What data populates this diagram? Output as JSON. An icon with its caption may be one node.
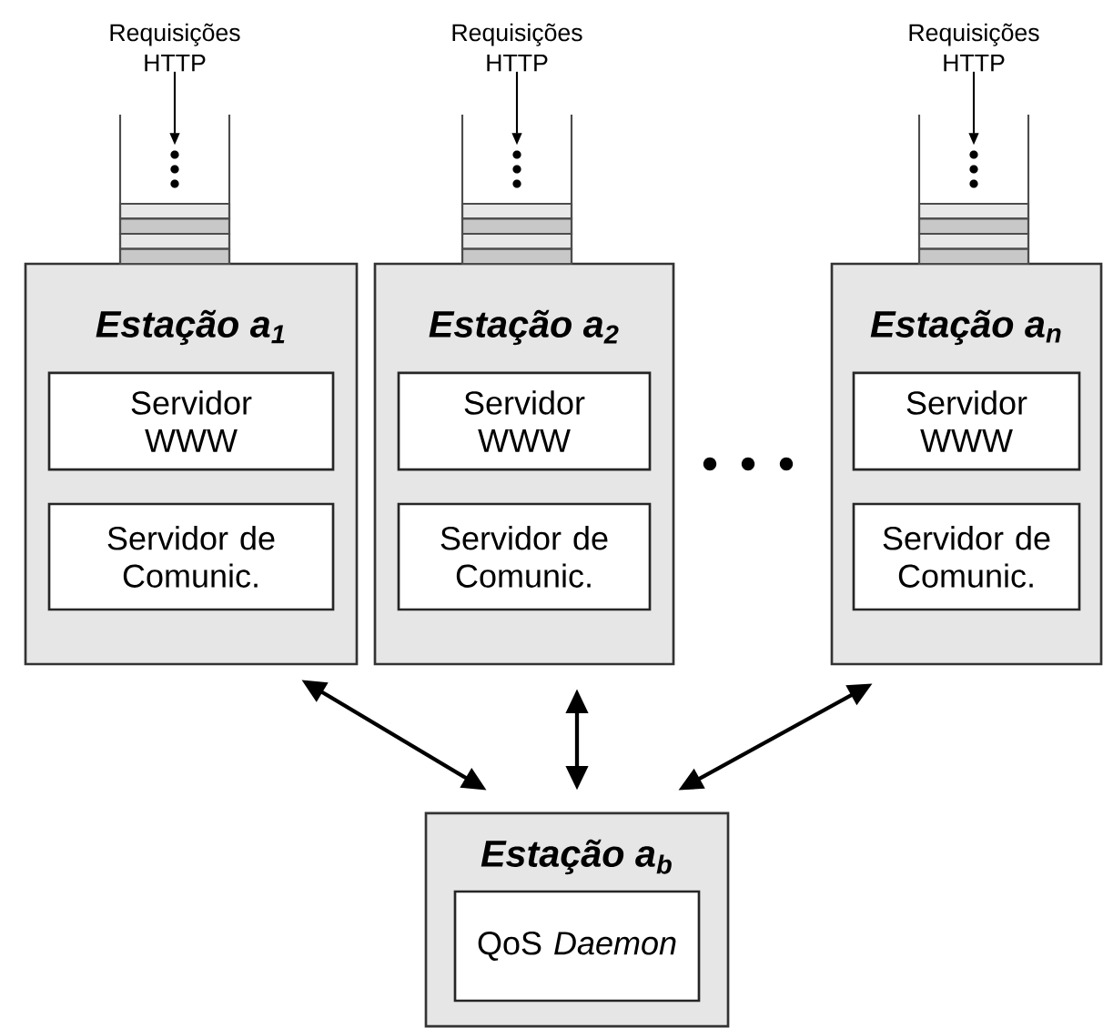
{
  "diagram": {
    "nodes": [
      {
        "text": [
          "Estação a$_{1}$"
        ]
      },
      {
        "text": [
          "Servidor WWW"
        ],
        "in": 0
      },
      {
        "text": [
          "Servidor de Comunic."
        ],
        "in": 0
      },
      {
        "text": [
          "Estação a$_{2}$"
        ]
      },
      {
        "text": [
          "Servidor WWW"
        ],
        "in": 3
      },
      {
        "text": [
          "Servidor de Comunic."
        ],
        "in": 3
      },
      {
        "text": [
          "Estação a$_{n}$"
        ]
      },
      {
        "text": [
          "Servidor WWW"
        ],
        "in": 6
      },
      {
        "text": [
          "Servidor de Comunic."
        ],
        "in": 6
      },
      {
        "text": [
          "Estação a$_{b}$"
        ]
      },
      {
        "text": [
          "QoS *Daemon*"
        ],
        "in": 9
      },
      {
        "text": [
          "Requisições HTTP"
        ]
      },
      {
        "text": [
          "Requisições HTTP"
        ]
      },
      {
        "text": [
          "Requisições HTTP"
        ]
      },
      {
        "text": [],
        "shape": "box"
      },
      {
        "text": [],
        "shape": "box"
      },
      {
        "text": [],
        "shape": "box"
      }
    ],
    "edges": [
      {
        "from": 0,
        "to": 9,
        "arrow": "both"
      },
      {
        "from": 3,
        "to": 9,
        "arrow": "both"
      },
      {
        "from": 6,
        "to": 9,
        "arrow": "both"
      },
      {
        "from": 11,
        "to": 14,
        "arrow": "to"
      },
      {
        "from": 12,
        "to": 15,
        "arrow": "to"
      },
      {
        "from": 13,
        "to": 16,
        "arrow": "to"
      }
    ]
  }
}
